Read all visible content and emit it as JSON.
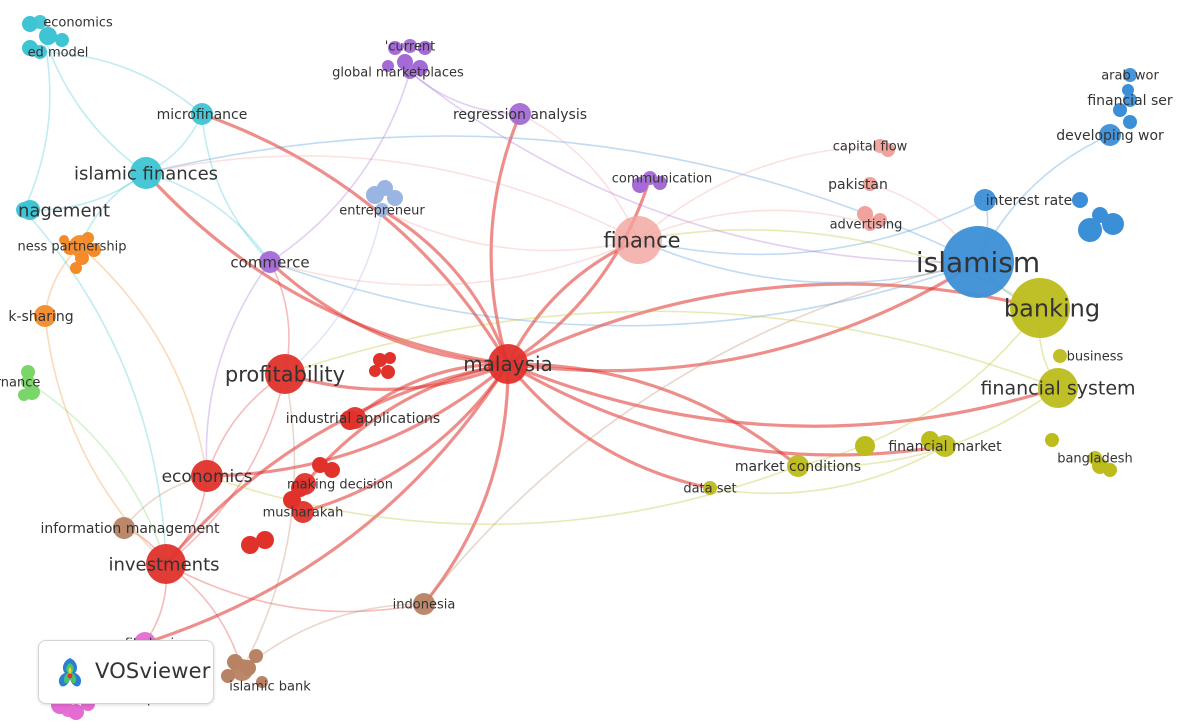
{
  "app": {
    "logo_text": "VOSviewer"
  },
  "map": {
    "clusters": [
      {
        "id": "red",
        "color": "#e0312b"
      },
      {
        "id": "blue",
        "color": "#3b8fd6"
      },
      {
        "id": "olive",
        "color": "#bcbc1c"
      },
      {
        "id": "cyan",
        "color": "#3ec4d4"
      },
      {
        "id": "purple",
        "color": "#a46ad6"
      },
      {
        "id": "orange",
        "color": "#f48b2a"
      },
      {
        "id": "pink",
        "color": "#f2a29c"
      },
      {
        "id": "brown",
        "color": "#b88264"
      },
      {
        "id": "green",
        "color": "#7ad668"
      },
      {
        "id": "magenta",
        "color": "#e36bd2"
      },
      {
        "id": "lightblue",
        "color": "#9ab5e3"
      },
      {
        "id": "teal",
        "color": "#2fa0a0"
      }
    ],
    "terms": [
      {
        "id": "malaysia",
        "label": "malaysia",
        "cluster": "red",
        "weight": 5
      },
      {
        "id": "profitability",
        "label": "profitability",
        "cluster": "red",
        "weight": 5
      },
      {
        "id": "industrial_applications",
        "label": "industrial applications",
        "cluster": "red",
        "weight": 3
      },
      {
        "id": "economics",
        "label": "economics",
        "cluster": "red",
        "weight": 4
      },
      {
        "id": "making_decision",
        "label": "making decision",
        "cluster": "red",
        "weight": 3
      },
      {
        "id": "musharakah",
        "label": "musharakah",
        "cluster": "red",
        "weight": 3
      },
      {
        "id": "investments",
        "label": "investments",
        "cluster": "red",
        "weight": 5
      },
      {
        "id": "islamism",
        "label": "islamism",
        "cluster": "blue",
        "weight": 6
      },
      {
        "id": "interest_rate",
        "label": "interest rate",
        "cluster": "blue",
        "weight": 3
      },
      {
        "id": "developing_world",
        "label": "developing wor",
        "cluster": "blue",
        "weight": 3
      },
      {
        "id": "financial_services",
        "label": "financial ser",
        "cluster": "blue",
        "weight": 2
      },
      {
        "id": "arab_world",
        "label": "arab wor",
        "cluster": "blue",
        "weight": 2
      },
      {
        "id": "banking",
        "label": "banking",
        "cluster": "olive",
        "weight": 6
      },
      {
        "id": "business",
        "label": "business",
        "cluster": "olive",
        "weight": 2
      },
      {
        "id": "financial_system",
        "label": "financial system",
        "cluster": "olive",
        "weight": 5
      },
      {
        "id": "bangladesh",
        "label": "bangladesh",
        "cluster": "olive",
        "weight": 2
      },
      {
        "id": "financial_market",
        "label": "financial market",
        "cluster": "olive",
        "weight": 3
      },
      {
        "id": "market_conditions",
        "label": "market conditions",
        "cluster": "olive",
        "weight": 3
      },
      {
        "id": "data_set",
        "label": "data set",
        "cluster": "olive",
        "weight": 2
      },
      {
        "id": "finance",
        "label": "finance",
        "cluster": "pink",
        "weight": 5
      },
      {
        "id": "capital_flow",
        "label": "capital flow",
        "cluster": "pink",
        "weight": 2
      },
      {
        "id": "pakistan",
        "label": "pakistan",
        "cluster": "pink",
        "weight": 2
      },
      {
        "id": "advertising",
        "label": "advertising",
        "cluster": "pink",
        "weight": 2
      },
      {
        "id": "communication",
        "label": "communication",
        "cluster": "purple",
        "weight": 2
      },
      {
        "id": "regression_analysis",
        "label": "regression analysis",
        "cluster": "purple",
        "weight": 3
      },
      {
        "id": "current",
        "label": "'current",
        "cluster": "purple",
        "weight": 2
      },
      {
        "id": "global_marketplaces",
        "label": "global marketplaces",
        "cluster": "purple",
        "weight": 2
      },
      {
        "id": "commerce",
        "label": "commerce",
        "cluster": "purple",
        "weight": 3
      },
      {
        "id": "entrepreneur",
        "label": "entrepreneur",
        "cluster": "lightblue",
        "weight": 2
      },
      {
        "id": "microfinance",
        "label": "microfinance",
        "cluster": "cyan",
        "weight": 3
      },
      {
        "id": "islamic_finances",
        "label": "islamic finances",
        "cluster": "cyan",
        "weight": 4
      },
      {
        "id": "economics_cyan",
        "label": "economics",
        "cluster": "cyan",
        "weight": 2
      },
      {
        "id": "ed_model",
        "label": "ed model",
        "cluster": "cyan",
        "weight": 2
      },
      {
        "id": "management",
        "label": "nagement",
        "cluster": "cyan",
        "weight": 4
      },
      {
        "id": "business_partnership",
        "label": "ness partnership",
        "cluster": "orange",
        "weight": 3
      },
      {
        "id": "risk_sharing",
        "label": "k-sharing",
        "cluster": "orange",
        "weight": 3
      },
      {
        "id": "governance",
        "label": "rnance",
        "cluster": "green",
        "weight": 2
      },
      {
        "id": "information_management",
        "label": "information management",
        "cluster": "brown",
        "weight": 3
      },
      {
        "id": "indonesia",
        "label": "indonesia",
        "cluster": "brown",
        "weight": 3
      },
      {
        "id": "islamic_bank",
        "label": "islamic bank",
        "cluster": "brown",
        "weight": 3
      },
      {
        "id": "profit_sharing",
        "label": "profit sharing",
        "cluster": "magenta",
        "weight": 3
      },
      {
        "id": "deposits",
        "label": "deposits",
        "cluster": "magenta",
        "weight": 2
      }
    ],
    "links": [
      [
        "malaysia",
        "profitability"
      ],
      [
        "malaysia",
        "industrial_applications"
      ],
      [
        "malaysia",
        "economics"
      ],
      [
        "malaysia",
        "making_decision"
      ],
      [
        "malaysia",
        "musharakah"
      ],
      [
        "malaysia",
        "investments"
      ],
      [
        "malaysia",
        "finance"
      ],
      [
        "malaysia",
        "communication"
      ],
      [
        "malaysia",
        "regression_analysis"
      ],
      [
        "malaysia",
        "entrepreneur"
      ],
      [
        "malaysia",
        "commerce"
      ],
      [
        "malaysia",
        "islamism"
      ],
      [
        "malaysia",
        "banking"
      ],
      [
        "malaysia",
        "financial_system"
      ],
      [
        "malaysia",
        "market_conditions"
      ],
      [
        "malaysia",
        "financial_market"
      ],
      [
        "malaysia",
        "indonesia"
      ],
      [
        "malaysia",
        "microfinance"
      ],
      [
        "malaysia",
        "islamic_finances"
      ],
      [
        "malaysia",
        "data_set"
      ],
      [
        "malaysia",
        "profit_sharing"
      ],
      [
        "islamism",
        "banking"
      ],
      [
        "islamism",
        "finance"
      ],
      [
        "islamism",
        "interest_rate"
      ],
      [
        "islamism",
        "developing_world"
      ],
      [
        "islamism",
        "islamic_finances"
      ],
      [
        "islamism",
        "commerce"
      ],
      [
        "banking",
        "financial_system"
      ],
      [
        "banking",
        "market_conditions"
      ],
      [
        "banking",
        "finance"
      ],
      [
        "financial_system",
        "market_conditions"
      ],
      [
        "financial_system",
        "profitability"
      ],
      [
        "finance",
        "commerce"
      ],
      [
        "finance",
        "islamic_finances"
      ],
      [
        "finance",
        "capital_flow"
      ],
      [
        "finance",
        "regression_analysis"
      ],
      [
        "finance",
        "entrepreneur"
      ],
      [
        "profitability",
        "economics"
      ],
      [
        "profitability",
        "investments"
      ],
      [
        "profitability",
        "commerce"
      ],
      [
        "economics",
        "investments"
      ],
      [
        "investments",
        "information_management"
      ],
      [
        "investments",
        "islamic_bank"
      ],
      [
        "investments",
        "indonesia"
      ],
      [
        "investments",
        "profit_sharing"
      ],
      [
        "islamic_finances",
        "microfinance"
      ],
      [
        "islamic_finances",
        "management"
      ],
      [
        "islamic_finances",
        "business_partnership"
      ],
      [
        "islamic_finances",
        "commerce"
      ],
      [
        "business_partnership",
        "risk_sharing"
      ],
      [
        "business_partnership",
        "economics"
      ],
      [
        "management",
        "economics_cyan"
      ],
      [
        "management",
        "investments"
      ],
      [
        "risk_sharing",
        "investments"
      ],
      [
        "governance",
        "investments"
      ],
      [
        "global_marketplaces",
        "regression_analysis"
      ],
      [
        "global_marketplaces",
        "commerce"
      ],
      [
        "global_marketplaces",
        "islamism"
      ],
      [
        "indonesia",
        "islamism"
      ],
      [
        "indonesia",
        "islamic_bank"
      ],
      [
        "information_management",
        "economics"
      ],
      [
        "islamic_bank",
        "profitability"
      ],
      [
        "market_conditions",
        "economics"
      ],
      [
        "data_set",
        "financial_market"
      ],
      [
        "interest_rate",
        "finance"
      ],
      [
        "advertising",
        "finance"
      ],
      [
        "pakistan",
        "islamism"
      ],
      [
        "commerce",
        "economics"
      ],
      [
        "entrepreneur",
        "profitability"
      ],
      [
        "microfinance",
        "commerce"
      ],
      [
        "ed_model",
        "microfinance"
      ],
      [
        "economics_cyan",
        "islamic_finances"
      ]
    ]
  }
}
